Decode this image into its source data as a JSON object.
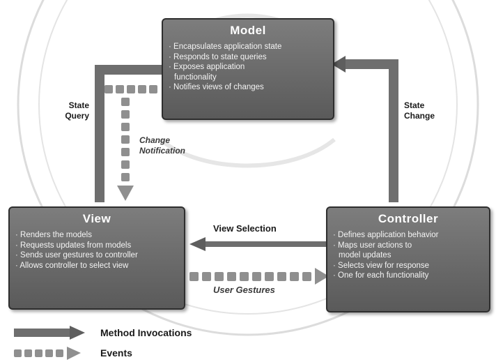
{
  "model": {
    "title": "Model",
    "items": [
      "· Encapsulates application state",
      "· Responds to state queries",
      "· Exposes application",
      "  functionality",
      "· Notifies views of changes"
    ]
  },
  "view": {
    "title": "View",
    "items": [
      "· Renders the models",
      "· Requests updates from models",
      "· Sends user gestures to controller",
      "· Allows controller to select view"
    ]
  },
  "controller": {
    "title": "Controller",
    "items": [
      "· Defines application behavior",
      "· Maps user actions to",
      "  model updates",
      "· Selects view for response",
      "· One for each functionality"
    ]
  },
  "labels": {
    "state_query": [
      "State",
      "Query"
    ],
    "state_change": [
      "State",
      "Change"
    ],
    "change_notification": [
      "Change",
      "Notification"
    ],
    "view_selection": "View Selection",
    "user_gestures": "User Gestures"
  },
  "legend": {
    "method_invocations": "Method Invocations",
    "events": "Events"
  },
  "colors": {
    "box": "#6b6b6b",
    "arrow_solid": "#6e6e6e",
    "arrow_dashed": "#8a8a8a"
  }
}
